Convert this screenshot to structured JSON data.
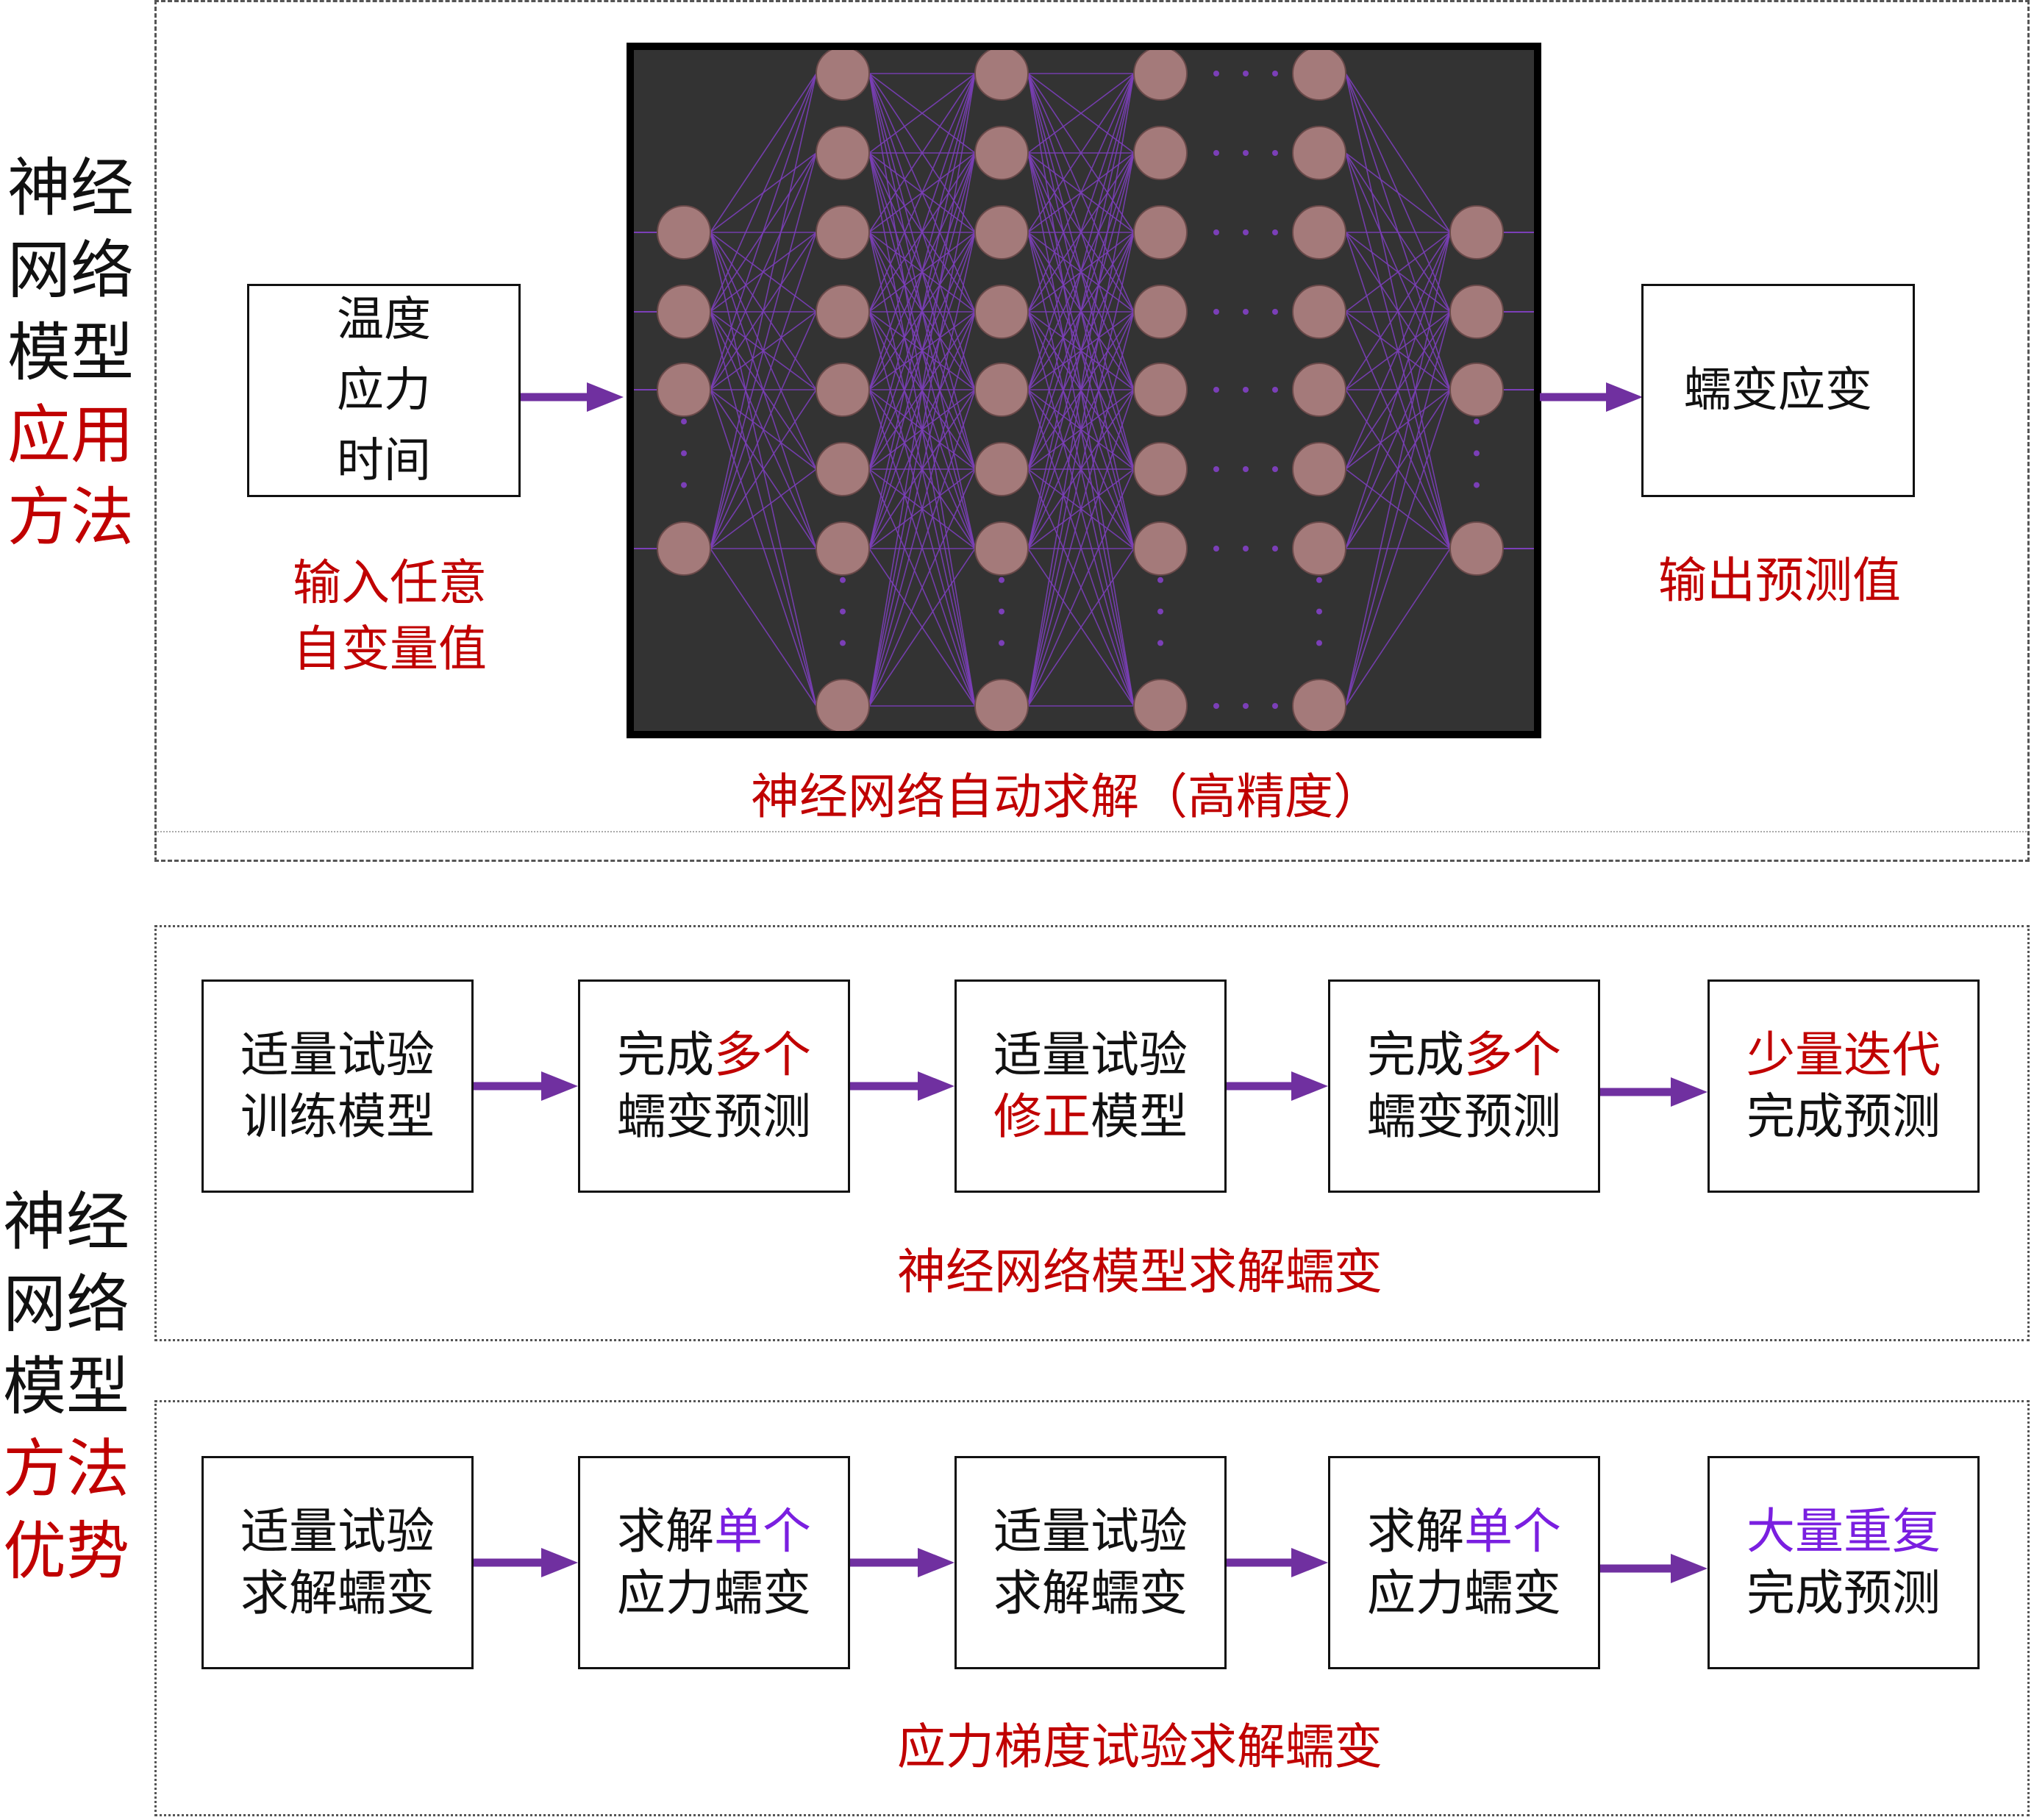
{
  "side_labels": {
    "top": [
      "神经",
      "网络",
      "模型",
      "应用",
      "方法"
    ],
    "bottom": [
      "神经",
      "网络",
      "模型",
      "方法",
      "优势"
    ]
  },
  "application": {
    "inputs": [
      "温度",
      "应力",
      "时间"
    ],
    "input_caption": [
      "输入任意",
      "自变量值"
    ],
    "output": "蠕变应变",
    "output_caption": "输出预测值",
    "network_caption": "神经网络自动求解（高精度）"
  },
  "flow1": {
    "steps": [
      {
        "line1": [
          {
            "t": "适量试验"
          }
        ],
        "line2": [
          {
            "t": "训练模型"
          }
        ]
      },
      {
        "line1": [
          {
            "t": "完成"
          },
          {
            "t": "多个",
            "c": "red"
          }
        ],
        "line2": [
          {
            "t": "蠕变预测"
          }
        ]
      },
      {
        "line1": [
          {
            "t": "适量试验"
          }
        ],
        "line2": [
          {
            "t": "修正",
            "c": "red"
          },
          {
            "t": "模型"
          }
        ]
      },
      {
        "line1": [
          {
            "t": "完成"
          },
          {
            "t": "多个",
            "c": "red"
          }
        ],
        "line2": [
          {
            "t": "蠕变预测"
          }
        ]
      },
      {
        "line1": [
          {
            "t": "少量迭代",
            "c": "red"
          }
        ],
        "line2": [
          {
            "t": "完成预测"
          }
        ]
      }
    ],
    "caption": "神经网络模型求解蠕变"
  },
  "flow2": {
    "steps": [
      {
        "line1": [
          {
            "t": "适量试验"
          }
        ],
        "line2": [
          {
            "t": "求解蠕变"
          }
        ]
      },
      {
        "line1": [
          {
            "t": "求解"
          },
          {
            "t": "单个",
            "c": "purple"
          }
        ],
        "line2": [
          {
            "t": "应力蠕变"
          }
        ]
      },
      {
        "line1": [
          {
            "t": "适量试验"
          }
        ],
        "line2": [
          {
            "t": "求解蠕变"
          }
        ]
      },
      {
        "line1": [
          {
            "t": "求解"
          },
          {
            "t": "单个",
            "c": "purple"
          }
        ],
        "line2": [
          {
            "t": "应力蠕变"
          }
        ]
      },
      {
        "line1": [
          {
            "t": "大量重复",
            "c": "purple"
          }
        ],
        "line2": [
          {
            "t": "完成预测"
          }
        ]
      }
    ],
    "caption": "应力梯度试验求解蠕变"
  },
  "colors": {
    "accent_red": "#c00000",
    "accent_purple": "#7a1fe0",
    "arrow": "#7030a0",
    "node": "#a47a7a",
    "network_bg": "#333333"
  }
}
